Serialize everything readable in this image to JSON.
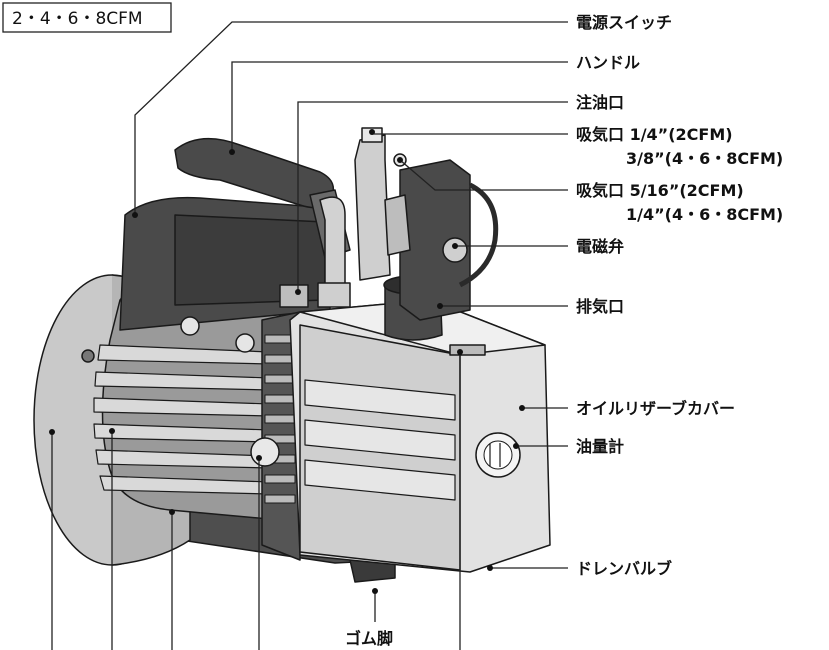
{
  "model_box": "2・4・6・8CFM",
  "labels": {
    "power_switch": "電源スイッチ",
    "handle": "ハンドル",
    "oil_fill_port": "注油口",
    "intake_1": "吸気口 1/4”(2CFM)",
    "intake_1b": "3/8”(4・6・8CFM)",
    "intake_2": "吸気口 5/16”(2CFM)",
    "intake_2b": "1/4”(4・6・8CFM)",
    "solenoid_valve": "電磁弁",
    "exhaust_port": "排気口",
    "oil_reservoir_cover": "オイルリザーブカバー",
    "oil_gauge": "油量計",
    "drain_valve": "ドレンバルブ",
    "rubber_foot": "ゴム脚"
  },
  "colors": {
    "dark_body": "#4a4a4a",
    "mid_gray": "#8c8c8c",
    "light_gray": "#d6d6d6",
    "outline": "#1a1a1a"
  }
}
